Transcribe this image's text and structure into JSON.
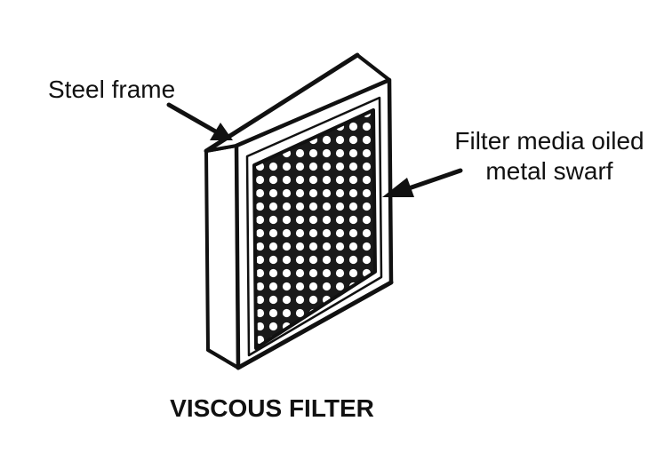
{
  "labels": {
    "steel_frame": "Steel frame",
    "filter_media_line1": "Filter media oiled",
    "filter_media_line2": "metal swarf"
  },
  "caption": "VISCOUS FILTER",
  "colors": {
    "ink": "#111111",
    "background": "#ffffff",
    "mesh_dark": "#1a1a1a",
    "mesh_hole": "#ffffff"
  }
}
